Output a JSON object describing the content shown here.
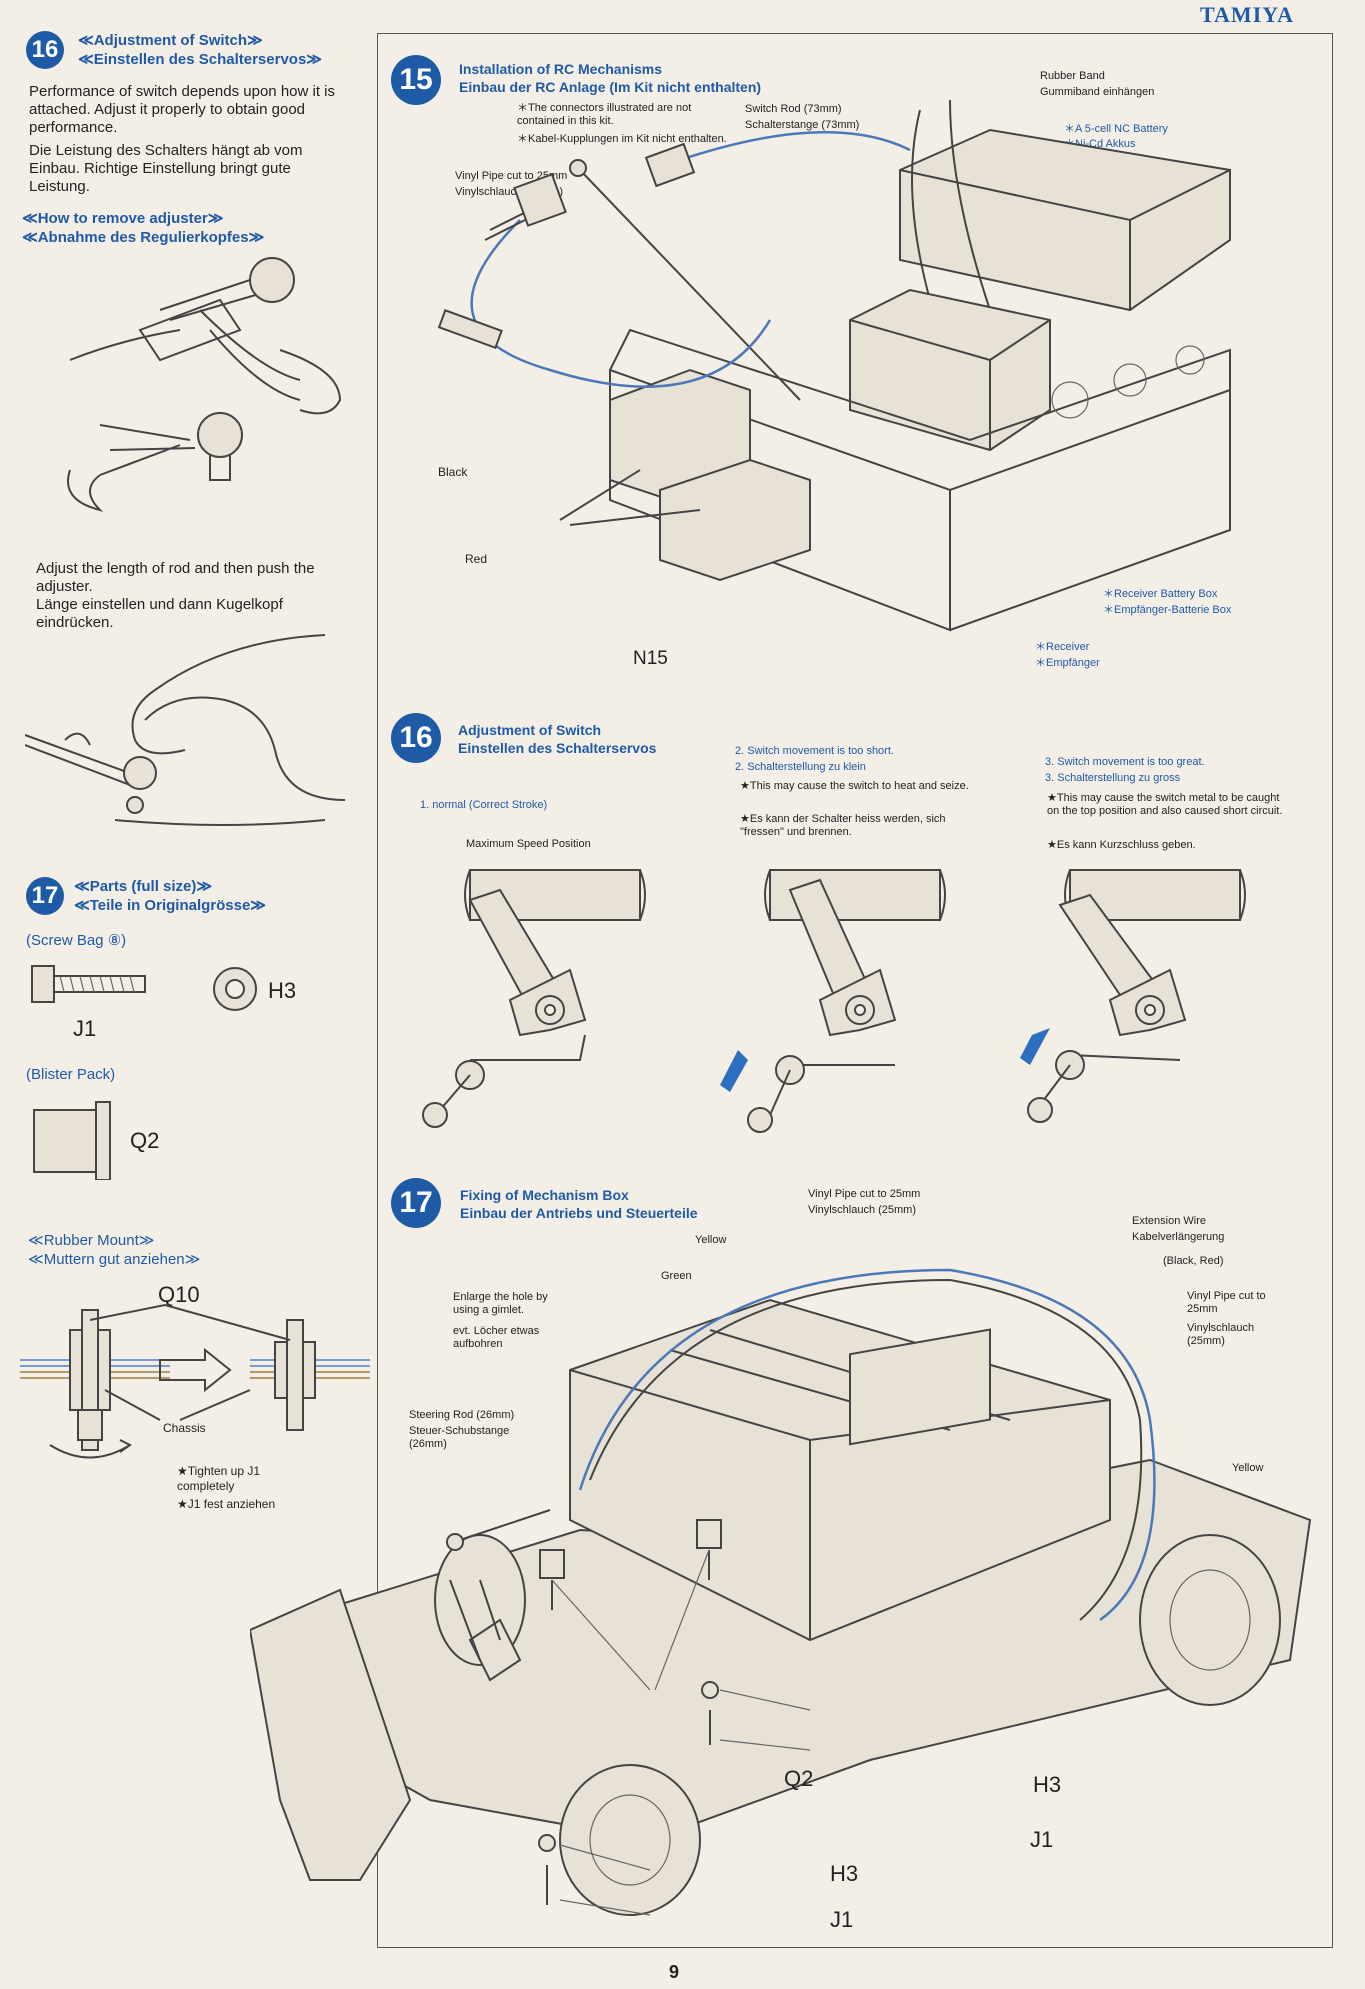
{
  "brand": "TAMIYA",
  "page_number": "9",
  "left": {
    "step16": {
      "number": "16",
      "title_en": "≪Adjustment of Switch≫",
      "title_de": "≪Einstellen des Schalterservos≫",
      "text_en": "Performance of switch depends upon how it is attached. Adjust it properly to obtain good performance.",
      "text_de": "Die Leistung des Schalters hängt ab vom Einbau. Richtige Einstellung bringt gute Leistung.",
      "remove_title_en": "≪How to remove adjuster≫",
      "remove_title_de": "≪Abnahme des Regulierkopfes≫",
      "adjust_en": "Adjust the length of rod and then push the adjuster.",
      "adjust_de": "Länge einstellen und dann Kugelkopf eindrücken."
    },
    "step17": {
      "number": "17",
      "title_en": "≪Parts (full size)≫",
      "title_de": "≪Teile in Originalgrösse≫",
      "screw_bag": "(Screw Bag ⑧)",
      "j1": "J1",
      "h3": "H3",
      "blister": "(Blister Pack)",
      "q2": "Q2",
      "rubber_title_en": "≪Rubber Mount≫",
      "rubber_title_de": "≪Muttern gut anziehen≫",
      "q10": "Q10",
      "chassis": "Chassis",
      "tighten_en": "★Tighten up J1 completely",
      "tighten_de": "★J1 fest anziehen"
    }
  },
  "step15": {
    "number": "15",
    "title_en": "Installation of RC Mechanisms",
    "title_de": "Einbau der RC Anlage (Im Kit nicht enthalten)",
    "note1": "＊The connectors illustrated are not contained in this kit.",
    "note2": "＊Kabel-Kupplungen im Kit nicht enthalten.",
    "vinyl_en": "Vinyl Pipe cut to 25mm",
    "vinyl_de": "Vinylschlauch (25mm)",
    "switch_rod_en": "Switch Rod (73mm)",
    "switch_rod_de": "Schalterstange (73mm)",
    "rubber_en": "Rubber Band",
    "rubber_de": "Gummiband einhängen",
    "battery_en": "＊A 5-cell NC Battery",
    "battery_de": "＊Ni-Cd Akkus",
    "black": "Black",
    "red": "Red",
    "n15": "N15",
    "rx_box_en": "＊Receiver Battery Box",
    "rx_box_de": "＊Empfänger-Batterie Box",
    "receiver_en": "＊Receiver",
    "receiver_de": "＊Empfänger"
  },
  "step16": {
    "number": "16",
    "title_en": "Adjustment of Switch",
    "title_de": "Einstellen des Schalterservos",
    "case1": "1. normal (Correct Stroke)",
    "max_speed": "Maximum Speed Position",
    "case2_en": "2. Switch movement is too short.",
    "case2_de": "2. Schalterstellung zu klein",
    "case2_note_en": "★This may cause the switch to heat and seize.",
    "case2_note_de": "★Es kann der Schalter heiss werden, sich \"fressen\" und brennen.",
    "case3_en": "3. Switch movement is too great.",
    "case3_de": "3. Schalterstellung zu gross",
    "case3_note_en": "★This may cause the switch metal to be caught on the top position and also caused short circuit.",
    "case3_note_de": "★Es kann Kurzschluss geben."
  },
  "step17": {
    "number": "17",
    "title_en": "Fixing of Mechanism Box",
    "title_de": "Einbau der Antriebs und Steuerteile",
    "vinyl_en": "Vinyl Pipe cut to 25mm",
    "vinyl_de": "Vinylschlauch (25mm)",
    "yellow": "Yellow",
    "green": "Green",
    "enlarge_en": "Enlarge the hole by using a gimlet.",
    "enlarge_de": "evt. Löcher etwas aufbohren",
    "steering_en": "Steering Rod (26mm)",
    "steering_de": "Steuer-Schubstange (26mm)",
    "ext_en": "Extension Wire",
    "ext_de": "Kabelverlängerung",
    "black_red": "(Black, Red)",
    "vinyl2_en": "Vinyl Pipe cut to 25mm",
    "vinyl2_de": "Vinylschlauch (25mm)",
    "yellow2": "Yellow",
    "green2": "Green",
    "q2": "Q2",
    "h3a": "H3",
    "j1a": "J1",
    "h3b": "H3",
    "j1b": "J1"
  }
}
